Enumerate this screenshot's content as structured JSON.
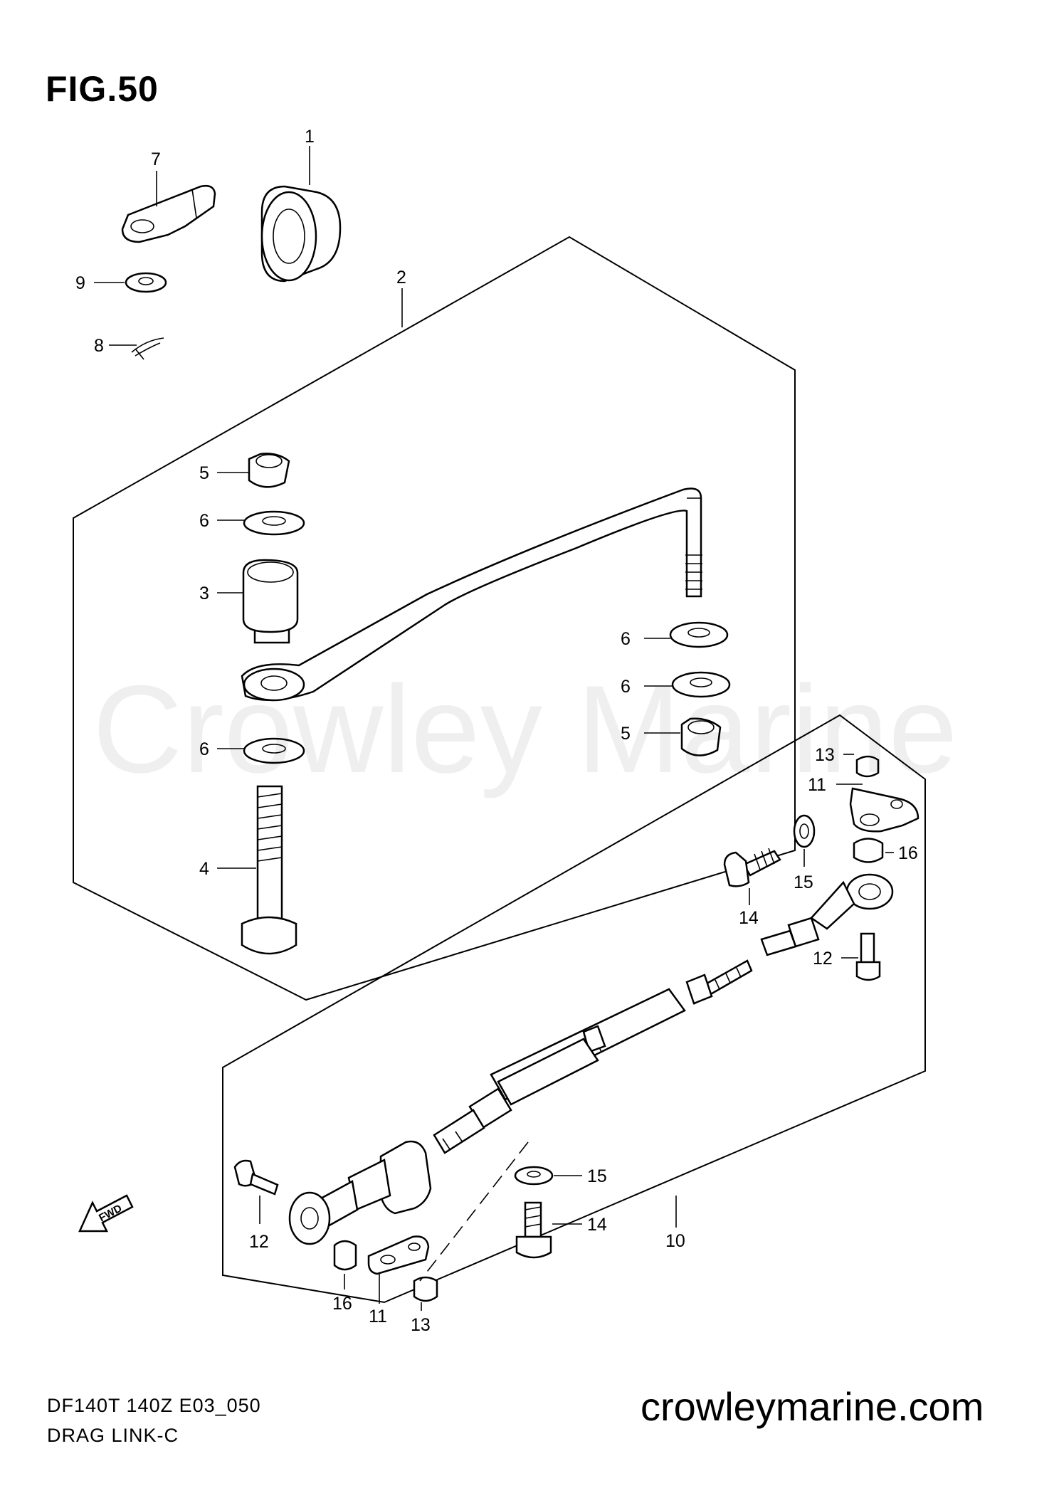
{
  "figure": {
    "title": "FIG.50",
    "watermark": "Crowley Marine",
    "footer_code": "DF140T 140Z E03_050",
    "footer_title": "DRAG LINK-C",
    "website": "crowleymarine.com",
    "fwd_label": "FWD"
  },
  "callouts": [
    {
      "id": "c1",
      "label": "1"
    },
    {
      "id": "c2",
      "label": "2"
    },
    {
      "id": "c7",
      "label": "7"
    },
    {
      "id": "c9",
      "label": "9"
    },
    {
      "id": "c8",
      "label": "8"
    },
    {
      "id": "c5a",
      "label": "5"
    },
    {
      "id": "c6a",
      "label": "6"
    },
    {
      "id": "c3",
      "label": "3"
    },
    {
      "id": "c6b",
      "label": "6"
    },
    {
      "id": "c6c",
      "label": "6"
    },
    {
      "id": "c6d",
      "label": "6"
    },
    {
      "id": "c5b",
      "label": "5"
    },
    {
      "id": "c4",
      "label": "4"
    },
    {
      "id": "c13a",
      "label": "13"
    },
    {
      "id": "c11a",
      "label": "11"
    },
    {
      "id": "c16a",
      "label": "16"
    },
    {
      "id": "c15a",
      "label": "15"
    },
    {
      "id": "c14a",
      "label": "14"
    },
    {
      "id": "c12a",
      "label": "12"
    },
    {
      "id": "c15b",
      "label": "15"
    },
    {
      "id": "c14b",
      "label": "14"
    },
    {
      "id": "c10",
      "label": "10"
    },
    {
      "id": "c12b",
      "label": "12"
    },
    {
      "id": "c16b",
      "label": "16"
    },
    {
      "id": "c11b",
      "label": "11"
    },
    {
      "id": "c13b",
      "label": "13"
    }
  ]
}
